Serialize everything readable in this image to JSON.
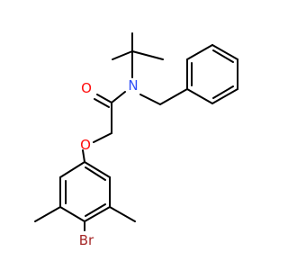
{
  "molecule": {
    "atoms": [
      {
        "id": "O1",
        "label": "O",
        "color": "#ff0d0d"
      },
      {
        "id": "N1",
        "label": "N",
        "color": "#3050f8"
      },
      {
        "id": "O2",
        "label": "O",
        "color": "#ff0d0d"
      },
      {
        "id": "Br1",
        "label": "Br",
        "color": "#a62929"
      }
    ],
    "bond_color": "#000000"
  }
}
